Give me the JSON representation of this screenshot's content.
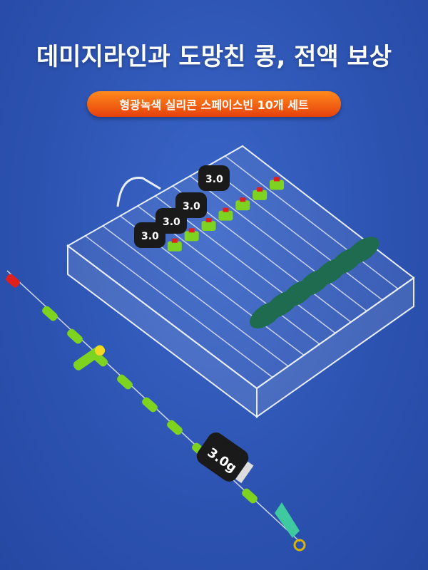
{
  "headline": "데미지라인과 도망친 콩, 전액 보상",
  "badge_label": "형광녹색 실리콘 스페이스빈 10개 세트",
  "sinker_labels": [
    "3.0",
    "3.0",
    "3.0",
    "3.0",
    "3.0g"
  ],
  "colors": {
    "background": "#2f57b8",
    "badge": "#f26a14",
    "tube_green": "#7ed321",
    "sinker_black": "#1a1a1a",
    "float_teal": "#1f6b4f"
  }
}
